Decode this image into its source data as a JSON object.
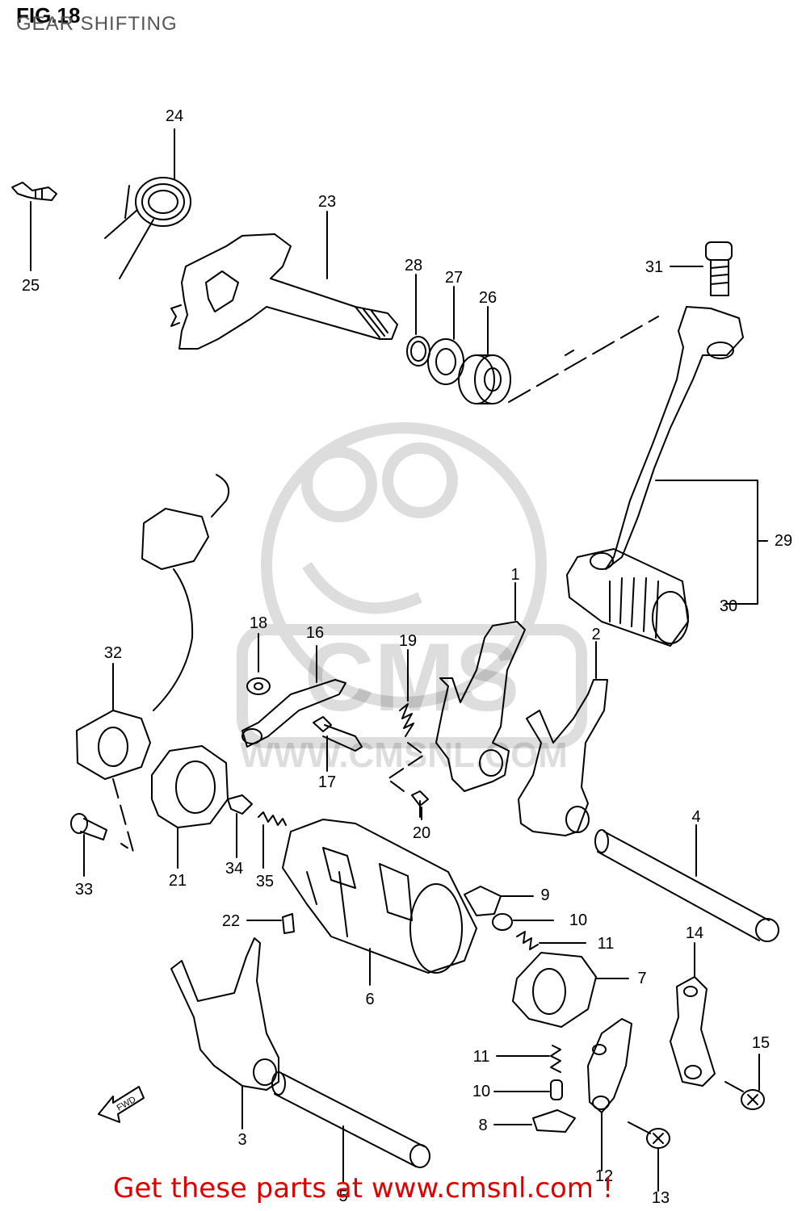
{
  "figure": {
    "title": "FIG.18",
    "subtitle": "GEAR SHIFTING"
  },
  "watermark": {
    "brand": "CMS",
    "url": "WWW.CMSNL.COM"
  },
  "footer": {
    "text": "Get these parts at www.cmsnl.com !"
  },
  "fwd_label": "FWD",
  "callouts": [
    "1",
    "2",
    "3",
    "4",
    "5",
    "6",
    "7",
    "8",
    "9",
    "10",
    "10",
    "11",
    "11",
    "12",
    "13",
    "14",
    "15",
    "16",
    "17",
    "18",
    "19",
    "20",
    "21",
    "22",
    "23",
    "24",
    "25",
    "26",
    "27",
    "28",
    "29",
    "30",
    "31",
    "32",
    "33",
    "34",
    "35"
  ],
  "colors": {
    "line": "#000000",
    "footer_text": "#e00000",
    "watermark": "#bfbfbf"
  }
}
